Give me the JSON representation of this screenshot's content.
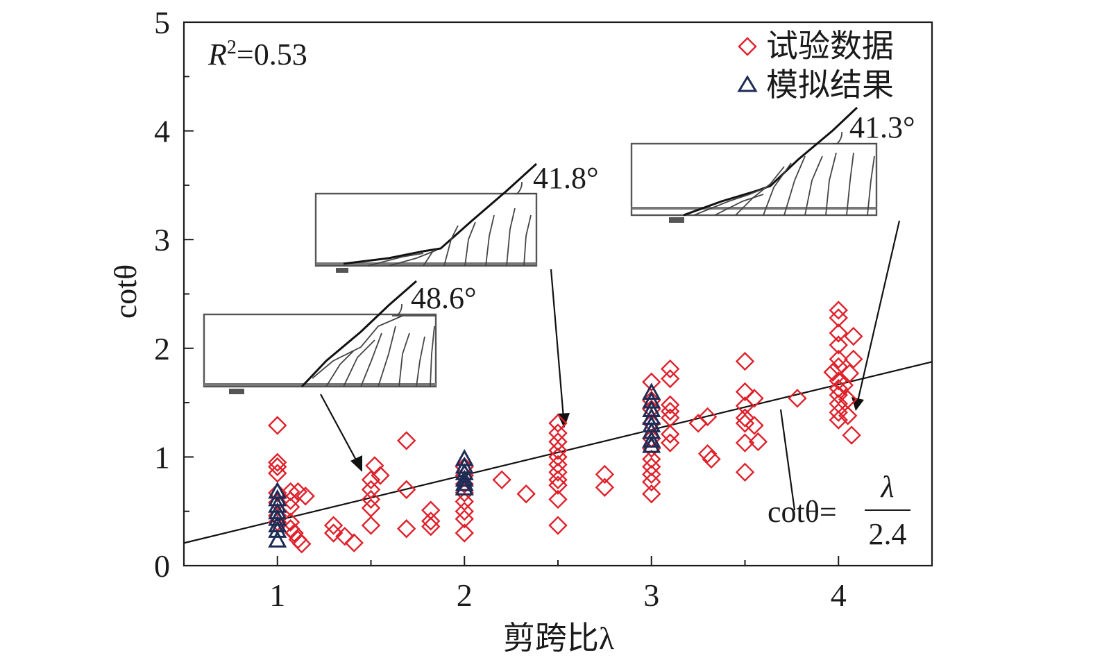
{
  "chart_data": {
    "type": "scatter",
    "xlabel": "剪跨比λ",
    "ylabel": "cotθ",
    "xlim": [
      0.5,
      4.5
    ],
    "ylim": [
      0,
      5
    ],
    "xticks": [
      "1",
      "2",
      "3",
      "4"
    ],
    "yticks": [
      "0",
      "1",
      "2",
      "3",
      "4",
      "5"
    ],
    "annotation_r2": {
      "label": "R",
      "sup": "2",
      "value": "=0.53"
    },
    "legend": {
      "position": "top-right",
      "entries": [
        {
          "name": "试验数据",
          "marker": "diamond",
          "color": "#e0202a"
        },
        {
          "name": "模拟结果",
          "marker": "triangle",
          "color": "#1d2c57"
        }
      ]
    },
    "fit_line": {
      "label_left": "cotθ=",
      "numerator": "λ",
      "denominator": "2.4",
      "slope": 0.4167,
      "intercept": 0
    },
    "crack_angles": [
      "48.6°",
      "41.8°",
      "41.3°"
    ],
    "series": [
      {
        "name": "试验数据",
        "points": [
          [
            1.0,
            1.29
          ],
          [
            1.0,
            0.95
          ],
          [
            1.0,
            0.91
          ],
          [
            1.0,
            0.85
          ],
          [
            1.0,
            0.67
          ],
          [
            1.0,
            0.58
          ],
          [
            1.0,
            0.46
          ],
          [
            1.0,
            0.4
          ],
          [
            1.07,
            0.68
          ],
          [
            1.07,
            0.6
          ],
          [
            1.07,
            0.54
          ],
          [
            1.07,
            0.4
          ],
          [
            1.07,
            0.34
          ],
          [
            1.09,
            0.3
          ],
          [
            1.11,
            0.24
          ],
          [
            1.13,
            0.2
          ],
          [
            1.15,
            0.64
          ],
          [
            1.11,
            0.68
          ],
          [
            1.3,
            0.37
          ],
          [
            1.3,
            0.3
          ],
          [
            1.36,
            0.27
          ],
          [
            1.41,
            0.21
          ],
          [
            1.5,
            0.79
          ],
          [
            1.5,
            0.7
          ],
          [
            1.5,
            0.61
          ],
          [
            1.5,
            0.53
          ],
          [
            1.5,
            0.37
          ],
          [
            1.52,
            0.92
          ],
          [
            1.55,
            0.83
          ],
          [
            1.69,
            1.15
          ],
          [
            1.69,
            0.7
          ],
          [
            1.69,
            0.34
          ],
          [
            1.82,
            0.51
          ],
          [
            1.82,
            0.41
          ],
          [
            1.82,
            0.36
          ],
          [
            2.0,
            0.91
          ],
          [
            2.0,
            0.83
          ],
          [
            2.0,
            0.75
          ],
          [
            2.0,
            0.67
          ],
          [
            2.0,
            0.59
          ],
          [
            2.0,
            0.5
          ],
          [
            2.0,
            0.43
          ],
          [
            2.0,
            0.3
          ],
          [
            2.2,
            0.79
          ],
          [
            2.33,
            0.66
          ],
          [
            2.5,
            1.31
          ],
          [
            2.5,
            1.22
          ],
          [
            2.5,
            1.14
          ],
          [
            2.5,
            1.06
          ],
          [
            2.5,
            1.0
          ],
          [
            2.5,
            0.93
          ],
          [
            2.5,
            0.86
          ],
          [
            2.5,
            0.79
          ],
          [
            2.5,
            0.74
          ],
          [
            2.5,
            0.61
          ],
          [
            2.5,
            0.37
          ],
          [
            2.75,
            0.84
          ],
          [
            2.75,
            0.72
          ],
          [
            3.0,
            1.69
          ],
          [
            3.0,
            1.52
          ],
          [
            3.0,
            1.44
          ],
          [
            3.0,
            1.31
          ],
          [
            3.0,
            1.17
          ],
          [
            3.0,
            1.08
          ],
          [
            3.0,
            0.98
          ],
          [
            3.0,
            0.91
          ],
          [
            3.0,
            0.84
          ],
          [
            3.0,
            0.77
          ],
          [
            3.0,
            0.66
          ],
          [
            3.1,
            1.81
          ],
          [
            3.1,
            1.72
          ],
          [
            3.1,
            1.48
          ],
          [
            3.1,
            1.42
          ],
          [
            3.1,
            1.36
          ],
          [
            3.1,
            1.21
          ],
          [
            3.1,
            1.13
          ],
          [
            3.25,
            1.31
          ],
          [
            3.3,
            1.37
          ],
          [
            3.3,
            1.03
          ],
          [
            3.32,
            0.98
          ],
          [
            3.5,
            1.88
          ],
          [
            3.5,
            1.6
          ],
          [
            3.5,
            1.47
          ],
          [
            3.5,
            1.36
          ],
          [
            3.5,
            1.31
          ],
          [
            3.5,
            1.13
          ],
          [
            3.5,
            0.86
          ],
          [
            3.55,
            1.54
          ],
          [
            3.55,
            1.29
          ],
          [
            3.57,
            1.14
          ],
          [
            3.78,
            1.54
          ],
          [
            4.0,
            2.35
          ],
          [
            4.0,
            2.28
          ],
          [
            4.0,
            2.14
          ],
          [
            4.0,
            2.03
          ],
          [
            4.0,
            1.9
          ],
          [
            4.0,
            1.83
          ],
          [
            4.0,
            1.7
          ],
          [
            4.0,
            1.63
          ],
          [
            4.0,
            1.57
          ],
          [
            4.0,
            1.49
          ],
          [
            4.0,
            1.41
          ],
          [
            4.0,
            1.34
          ],
          [
            3.97,
            1.78
          ],
          [
            4.03,
            1.66
          ],
          [
            4.05,
            1.53
          ],
          [
            4.05,
            1.38
          ],
          [
            4.07,
            1.2
          ],
          [
            4.08,
            2.11
          ],
          [
            4.08,
            1.9
          ],
          [
            4.06,
            1.77
          ]
        ]
      },
      {
        "name": "模拟结果",
        "points": [
          [
            1.0,
            0.69
          ],
          [
            1.0,
            0.62
          ],
          [
            1.0,
            0.56
          ],
          [
            1.0,
            0.5
          ],
          [
            1.0,
            0.44
          ],
          [
            1.0,
            0.38
          ],
          [
            1.0,
            0.33
          ],
          [
            1.0,
            0.24
          ],
          [
            2.0,
            0.99
          ],
          [
            2.0,
            0.92
          ],
          [
            2.0,
            0.86
          ],
          [
            2.0,
            0.8
          ],
          [
            2.0,
            0.76
          ],
          [
            2.0,
            0.72
          ],
          [
            3.0,
            1.6
          ],
          [
            3.0,
            1.52
          ],
          [
            3.0,
            1.44
          ],
          [
            3.0,
            1.37
          ],
          [
            3.0,
            1.3
          ],
          [
            3.0,
            1.24
          ],
          [
            3.0,
            1.16
          ],
          [
            3.0,
            1.11
          ]
        ]
      }
    ]
  }
}
